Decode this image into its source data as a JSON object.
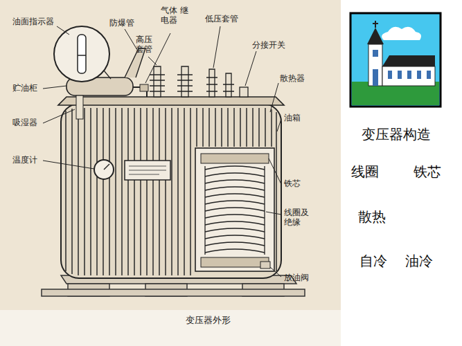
{
  "diagram": {
    "title": "变压器构造",
    "caption": "变压器外形",
    "labels": [
      "油面指示器",
      "防爆管",
      "气体 继电器",
      "低压套管",
      "高压 套管",
      "分接开关",
      "贮油柜",
      "散热器",
      "吸湿器",
      "油箱",
      "温度计",
      "铁芯",
      "线圈及 绝缘",
      "放油阀",
      "线圈",
      "铁芯",
      "散热",
      "自冷",
      "油冷"
    ]
  }
}
